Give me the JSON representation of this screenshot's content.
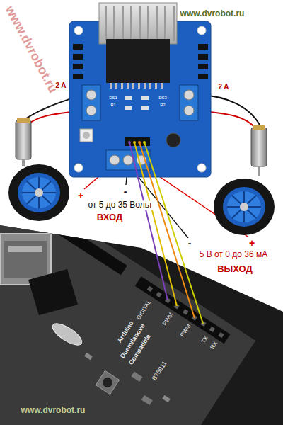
{
  "diagram": {
    "labels": [
      "www.dvrobot.ru",
      "www.dvrobot.ru",
      "2 A",
      "2 A",
      "+",
      "от 5 до 35 Вольт",
      "-",
      "ВХОД",
      "-",
      "+",
      "5 В от 0 до 36 мА",
      "ВЫХОД",
      "DS1",
      "R1",
      "DS3",
      "R2",
      "DIGITAL",
      "PWM",
      "PWM",
      "TX",
      "RX",
      "Arduino",
      "Duemilanove",
      "Compatible",
      "B75911",
      "www.dvrobot.ru"
    ]
  }
}
